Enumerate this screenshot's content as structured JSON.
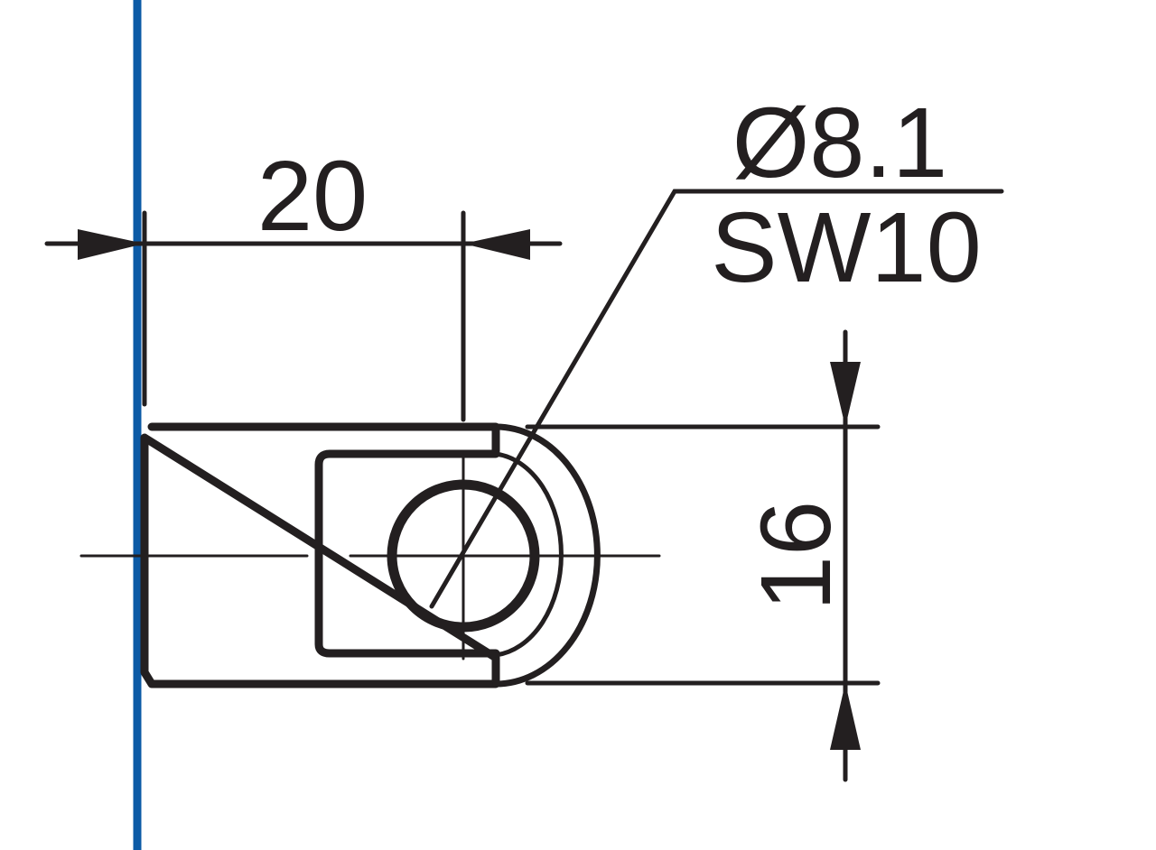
{
  "dimensions": {
    "length": "20",
    "hole_diameter": "Ø8.1",
    "wrench_size": "SW10",
    "width": "16"
  },
  "colors": {
    "line": "#231f20",
    "reference_line": "#0b5aa6",
    "background": "#ffffff"
  }
}
